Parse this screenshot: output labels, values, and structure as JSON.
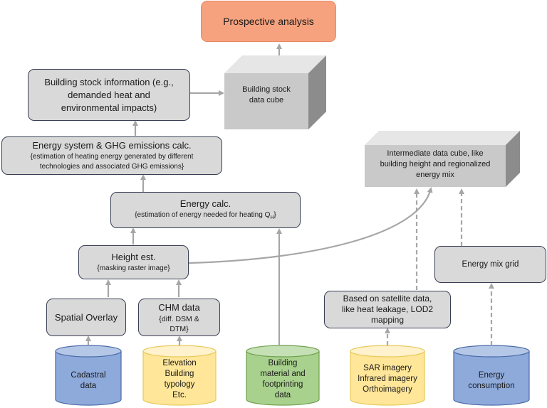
{
  "nodes": {
    "prospective": "Prospective analysis",
    "building_stock_info": [
      "Building stock information (e.g.,",
      "demanded heat and",
      "environmental impacts)"
    ],
    "building_stock_cube": [
      "Building stock",
      "data cube"
    ],
    "energy_system": {
      "title": "Energy system & GHG emissions calc.",
      "detail": [
        "{estimation of heating energy generated by different",
        "technologies and associated GHG emissions}"
      ]
    },
    "intermediate_cube": [
      "Intermediate data cube, like",
      "building height and regionalized",
      "energy mix"
    ],
    "energy_calc": {
      "title": "Energy calc.",
      "detail": "{estimation of energy needed for heating Q",
      "detail_sub": "H",
      "detail_end": "}"
    },
    "height_est": {
      "title": "Height est.",
      "detail": "{masking raster image}"
    },
    "energy_mix_grid": "Energy mix grid",
    "spatial_overlay": "Spatial Overlay",
    "chm_data": {
      "title": "CHM data",
      "detail": [
        "{diff. DSM &",
        "DTM}"
      ]
    },
    "satellite_based": [
      "Based on satellite data,",
      "like heat leakage, LOD2",
      "mapping"
    ]
  },
  "sources": {
    "cadastral": [
      "Cadastral",
      "data"
    ],
    "elevation": [
      "Elevation",
      "Building",
      "typology",
      "Etc."
    ],
    "building_material": [
      "Building",
      "material and",
      "footprinting",
      "data"
    ],
    "sar": [
      "SAR imagery",
      "Infrared imagery",
      "Orthoimagery"
    ],
    "energy_consumption": [
      "Energy",
      "consumption"
    ]
  },
  "colors": {
    "box_fill": "#d9d9d9",
    "prospect_fill": "#f6a27e",
    "arrow": "#a6a6a6",
    "cyl_blue": "#8eaadb",
    "cyl_yellow": "#ffe699",
    "cyl_green": "#a9d18e"
  }
}
